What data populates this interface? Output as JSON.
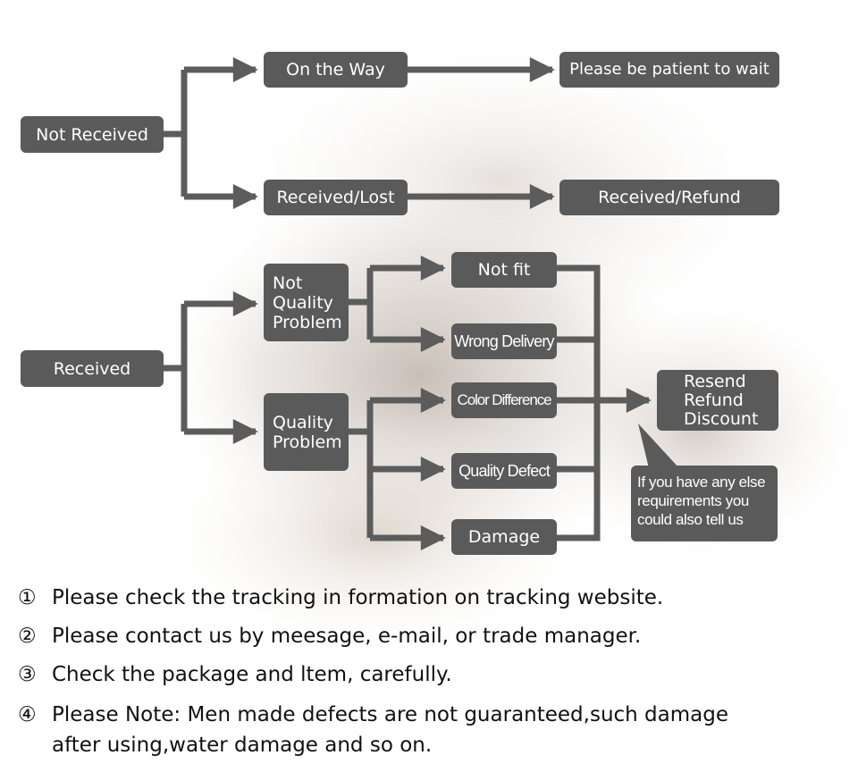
{
  "flow": {
    "not_received": "Not Received",
    "on_the_way": "On the Way",
    "please_wait": "Please be patient to wait",
    "received_lost": "Received/Lost",
    "received_refund": "Received/Refund",
    "received": "Received",
    "not_quality_problem": [
      "Not",
      "Quality",
      "Problem"
    ],
    "quality_problem": [
      "Quality",
      "Problem"
    ],
    "not_fit": "Not fit",
    "wrong_delivery": "Wrong Delivery",
    "color_difference": "Color Difference",
    "quality_defect": "Quality Defect",
    "damage": "Damage",
    "outcomes": [
      "Resend",
      "Refund",
      "Discount"
    ],
    "bubble": [
      "If you have any else",
      "requirements you",
      "could also tell us"
    ]
  },
  "notes": [
    {
      "num": "①",
      "lines": [
        "Please check the tracking in formation on tracking website."
      ]
    },
    {
      "num": "②",
      "lines": [
        "Please contact us by meesage, e-mail, or trade manager."
      ]
    },
    {
      "num": "③",
      "lines": [
        "Check the package and ltem, carefully."
      ]
    },
    {
      "num": "④",
      "lines": [
        "Please Note: Men made defects  are not guaranteed,such damage",
        "after using,water damage and so on."
      ]
    }
  ],
  "colors": {
    "box": "#5a5a5a",
    "text": "#ffffff",
    "wire": "#5c5c5c"
  }
}
